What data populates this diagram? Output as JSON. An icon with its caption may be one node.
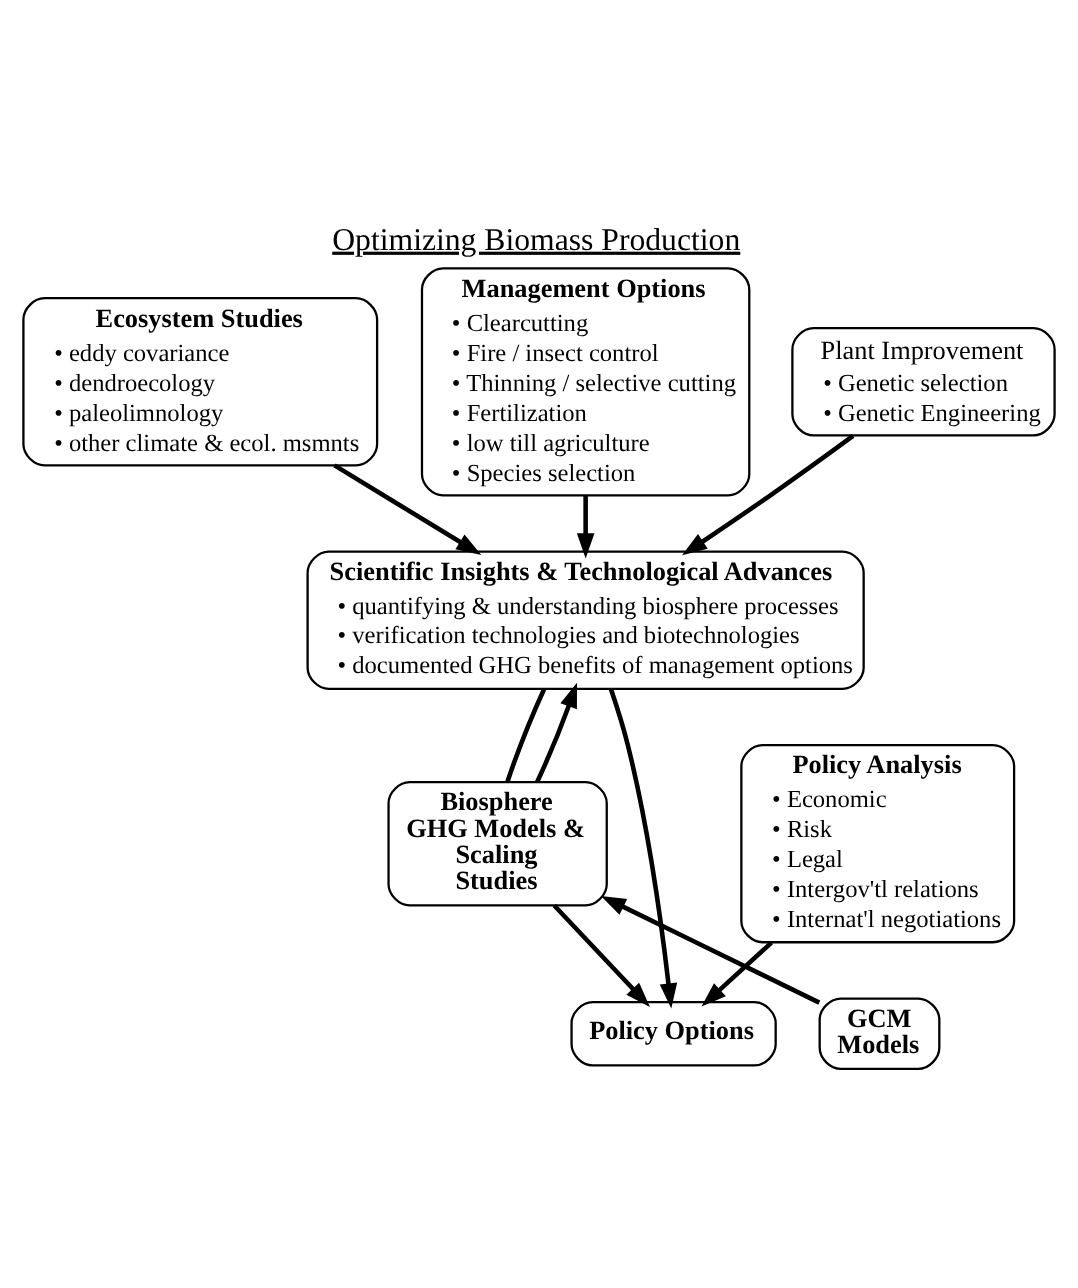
{
  "diagram": {
    "title": "Optimizing Biomass Production",
    "nodes": [
      {
        "text": [
          "Ecosystem Studies",
          "• eddy covariance",
          "• dendroecology",
          "• paleolimnology",
          "• other climate & ecol. msmnts"
        ]
      },
      {
        "text": [
          "Management Options",
          "• Clearcutting",
          "• Fire / insect control",
          "• Thinning / selective cutting",
          "• Fertilization",
          "• low till agriculture",
          "• Species selection"
        ]
      },
      {
        "text": [
          "Plant Improvement",
          "• Genetic selection",
          "• Genetic Engineering"
        ]
      },
      {
        "text": [
          "Scientific Insights & Technological Advances",
          "• quantifying & understanding biosphere processes",
          "• verification technologies and biotechnologies",
          "• documented GHG benefits of management options"
        ]
      },
      {
        "text": [
          "Policy Analysis",
          "• Economic",
          "• Risk",
          "• Legal",
          "• Intergov'tl relations",
          "• Internat'l negotiations"
        ]
      },
      {
        "text": [
          "Biosphere GHG Models & Scaling Studies"
        ]
      },
      {
        "text": [
          "GCM Models"
        ]
      },
      {
        "text": [
          "Policy Options"
        ]
      }
    ],
    "edges": [
      {
        "from": 0,
        "to": 3,
        "arrow": "to"
      },
      {
        "from": 1,
        "to": 3,
        "arrow": "to"
      },
      {
        "from": 2,
        "to": 3,
        "arrow": "to"
      },
      {
        "from": 3,
        "to": 7,
        "arrow": "to"
      },
      {
        "from": 4,
        "to": 7,
        "arrow": "to"
      },
      {
        "from": 5,
        "to": 7,
        "arrow": "to"
      },
      {
        "from": 3,
        "to": 5,
        "arrow": "none"
      },
      {
        "from": 5,
        "to": 3,
        "arrow": "to"
      },
      {
        "from": 6,
        "to": 5,
        "arrow": "to"
      }
    ]
  }
}
